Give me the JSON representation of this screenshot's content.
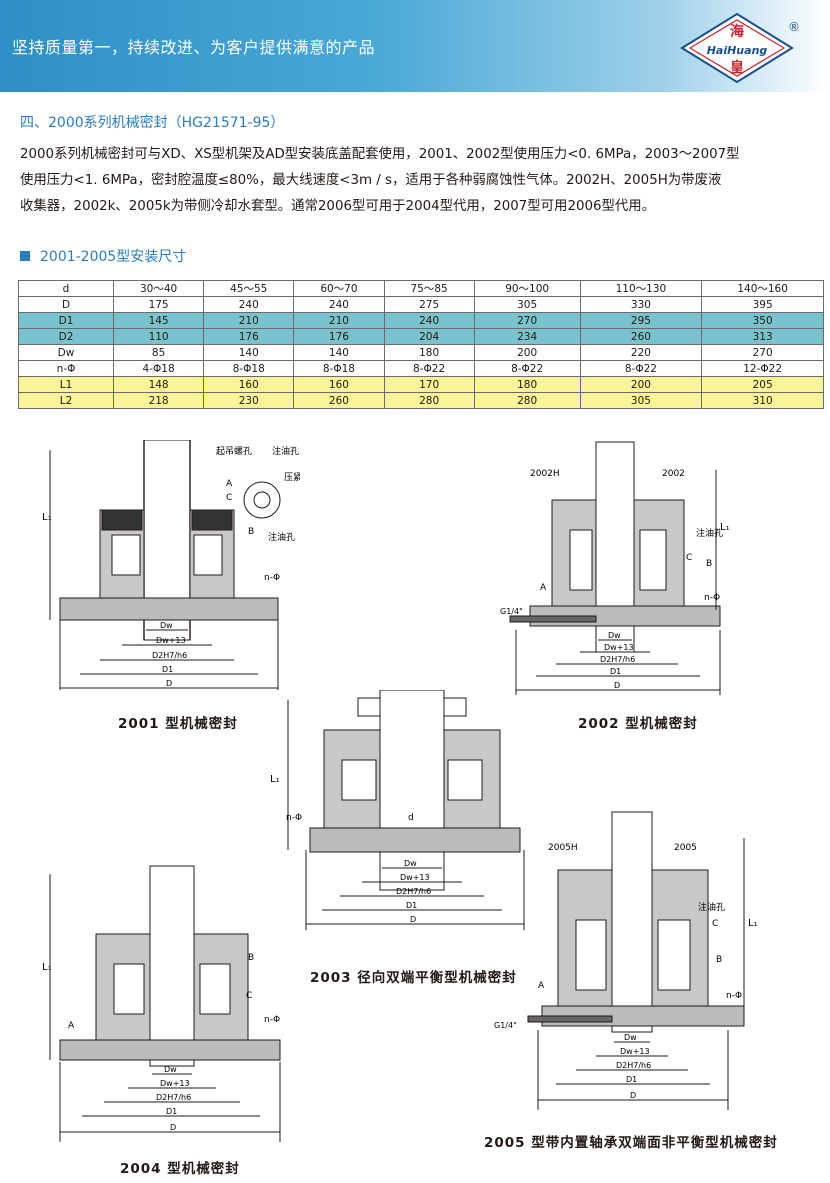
{
  "header": {
    "slogan": "坚持质量第一，持续改进、为客户提供满意的产品",
    "logo": {
      "top": "海",
      "middle": "HaiHuang",
      "bottom": "皇",
      "registered": "®"
    }
  },
  "section": {
    "title": "四、2000系列机械密封（HG21571-95）",
    "paragraphs": [
      "2000系列机械密封可与XD、XS型机架及AD型安装底盖配套使用，2001、2002型使用压力<0.  6MPa，2003～2007型",
      "使用压力<1.  6MPa，密封腔温度≤80%，最大线速度<3m / s，适用于各种弱腐蚀性气体。2002H、2005H为带废液",
      "收集器，2002k、2005k为带侧冷却水套型。通常2006型可用于2004型代用，2007型可用2006型代用。"
    ]
  },
  "table": {
    "title": "2001-2005型安装尺寸",
    "rows": [
      {
        "label": "d",
        "style": "plain",
        "values": [
          "30～40",
          "45～55",
          "60～70",
          "75～85",
          "90～100",
          "110～130",
          "140～160"
        ]
      },
      {
        "label": "D",
        "style": "plain",
        "values": [
          "175",
          "240",
          "240",
          "275",
          "305",
          "330",
          "395"
        ]
      },
      {
        "label": "D1",
        "style": "teal",
        "values": [
          "145",
          "210",
          "210",
          "240",
          "270",
          "295",
          "350"
        ]
      },
      {
        "label": "D2",
        "style": "teal",
        "values": [
          "110",
          "176",
          "176",
          "204",
          "234",
          "260",
          "313"
        ]
      },
      {
        "label": "Dw",
        "style": "plain",
        "values": [
          "85",
          "140",
          "140",
          "180",
          "200",
          "220",
          "270"
        ]
      },
      {
        "label": "n-Φ",
        "style": "plain",
        "values": [
          "4-Φ18",
          "8-Φ18",
          "8-Φ18",
          "8-Φ22",
          "8-Φ22",
          "8-Φ22",
          "12-Φ22"
        ]
      },
      {
        "label": "L1",
        "style": "yellow",
        "values": [
          "148",
          "160",
          "160",
          "170",
          "180",
          "200",
          "205"
        ]
      },
      {
        "label": "L2",
        "style": "yellow",
        "values": [
          "218",
          "230",
          "260",
          "280",
          "280",
          "305",
          "310"
        ]
      }
    ]
  },
  "figures": {
    "f2001": {
      "caption": "2001 型机械密封",
      "labels": {
        "hoist": "起吊螺孔",
        "oil": "注油孔",
        "press": "压紧螺孔",
        "oil2": "注油孔",
        "A": "A",
        "B": "B",
        "C": "C",
        "nphi": "n-Φ",
        "L1": "L₁",
        "Dw": "Dw",
        "Dw13": "Dw+13",
        "D2": "D2H7/h6",
        "D1": "D1",
        "D": "D"
      }
    },
    "f2002": {
      "caption": "2002 型机械密封",
      "labels": {
        "h": "2002H",
        "k": "2002",
        "oil": "注油孔",
        "C": "C",
        "B": "B",
        "A": "A",
        "nphi": "n-Φ",
        "G": "G1/4\"",
        "L1": "L₁",
        "Dw": "Dw",
        "Dw13": "Dw+13",
        "D2": "D2H7/h6",
        "D1": "D1",
        "D": "D"
      }
    },
    "f2003": {
      "caption": "2003 径向双端平衡型机械密封",
      "labels": {
        "L1": "L₁",
        "nphi": "n-Φ",
        "d": "d",
        "Dw": "Dw",
        "Dw13": "Dw+13",
        "D2": "D2H7/h6",
        "D1": "D1",
        "D": "D"
      }
    },
    "f2004": {
      "caption": "2004 型机械密封",
      "labels": {
        "L1": "L₁",
        "A": "A",
        "B": "B",
        "C": "C",
        "nphi": "n-Φ",
        "Dw": "Dw",
        "Dw13": "Dw+13",
        "D2": "D2H7/h6",
        "D1": "D1",
        "D": "D"
      }
    },
    "f2005": {
      "caption": "2005 型带内置轴承双端面非平衡型机械密封",
      "labels": {
        "h": "2005H",
        "k": "2005",
        "oil": "注油孔",
        "C": "C",
        "B": "B",
        "A": "A",
        "nphi": "n-Φ",
        "G": "G1/4\"",
        "L1": "L₁",
        "Dw": "Dw",
        "Dw13": "Dw+13",
        "D2": "D2H7/h6",
        "D1": "D1",
        "D": "D"
      }
    }
  }
}
